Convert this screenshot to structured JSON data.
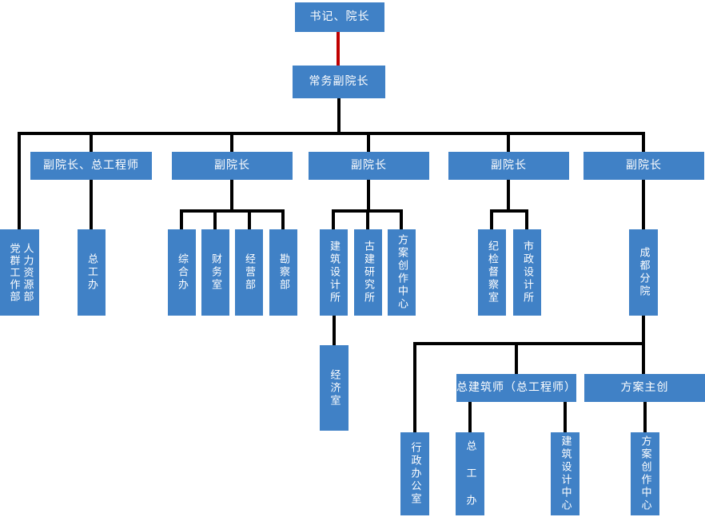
{
  "diagram": {
    "type": "org-chart",
    "background": "#ffffff",
    "colors": {
      "node_fill": "#4081C6",
      "node_text": "#ffffff",
      "connector": "#000000",
      "root_connector": "#C00000"
    },
    "nodes": {
      "secretary_dean": {
        "label": "书记、院长",
        "reports_to": null
      },
      "exec_vice_dean": {
        "label": "常务副院长",
        "reports_to": "secretary_dean"
      },
      "party_mass_hr": {
        "labels": [
          "党群工作部",
          "人力资源部"
        ],
        "reports_to": "exec_vice_dean"
      },
      "vice_dean_chief_engineer": {
        "label": "副院长、总工程师",
        "reports_to": "exec_vice_dean"
      },
      "vice_dean_1": {
        "label": "副院长",
        "reports_to": "exec_vice_dean"
      },
      "vice_dean_2": {
        "label": "副院长",
        "reports_to": "exec_vice_dean"
      },
      "vice_dean_3": {
        "label": "副院长",
        "reports_to": "exec_vice_dean"
      },
      "vice_dean_4": {
        "label": "副院长",
        "reports_to": "exec_vice_dean"
      },
      "chief_engineer_office": {
        "label": "总工办",
        "reports_to": "vice_dean_chief_engineer"
      },
      "general_office": {
        "label": "综合办",
        "reports_to": "vice_dean_1"
      },
      "finance_office": {
        "label": "财务室",
        "reports_to": "vice_dean_1"
      },
      "business_dept": {
        "label": "经营部",
        "reports_to": "vice_dean_1"
      },
      "survey_dept": {
        "label": "勘察部",
        "reports_to": "vice_dean_1"
      },
      "arch_design_institute": {
        "label": "建筑设计所",
        "reports_to": "vice_dean_2"
      },
      "ancient_arch_institute": {
        "label": "古建研究所",
        "reports_to": "vice_dean_2"
      },
      "scheme_creation_center": {
        "label": "方案创作中心",
        "reports_to": "vice_dean_2"
      },
      "economics_office": {
        "label": "经济室",
        "reports_to": "arch_design_institute"
      },
      "discipline_inspection_office": {
        "label": "纪检督察室",
        "reports_to": "vice_dean_3"
      },
      "municipal_design_institute": {
        "label": "市政设计所",
        "reports_to": "vice_dean_3"
      },
      "chengdu_branch": {
        "label": "成都分院",
        "reports_to": "vice_dean_4"
      },
      "admin_office": {
        "label": "行政办公室",
        "reports_to": "chengdu_branch"
      },
      "chief_architect": {
        "label": "总建筑师（总工程师）",
        "reports_to": "chengdu_branch"
      },
      "scheme_lead": {
        "label": "方案主创",
        "reports_to": "chengdu_branch"
      },
      "cd_chief_engineer_office": {
        "label": "总 工 办",
        "reports_to": "chief_architect"
      },
      "cd_arch_design_center": {
        "label": "建筑设计中心",
        "reports_to": "chief_architect"
      },
      "cd_scheme_creation_center": {
        "label": "方案创作中心",
        "reports_to": "scheme_lead"
      }
    }
  }
}
